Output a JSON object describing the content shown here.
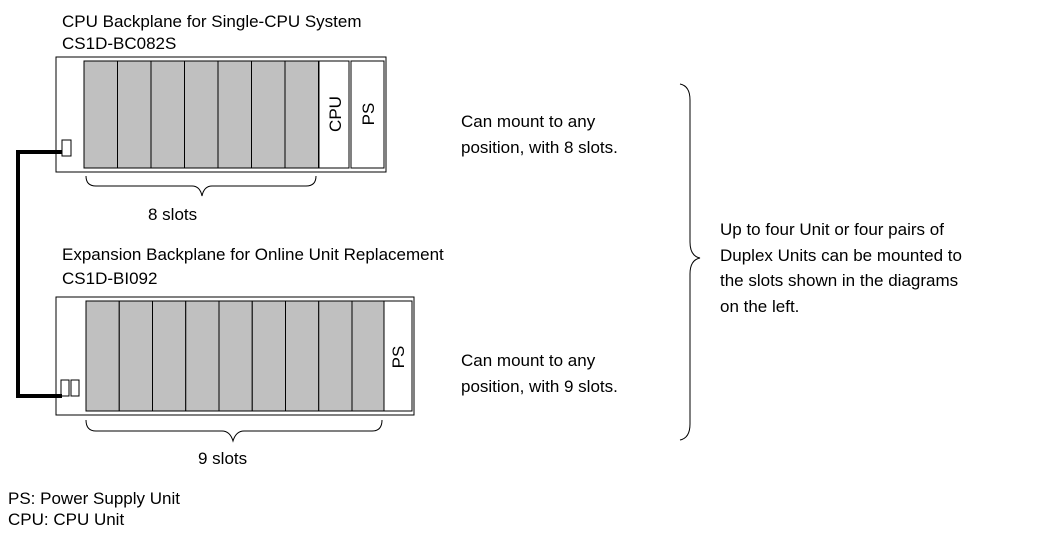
{
  "cpu_backplane": {
    "title": "CPU Backplane for Single-CPU System",
    "model": "CS1D-BC082S",
    "cpu_label": "CPU",
    "ps_label": "PS",
    "slots_label": "8 slots",
    "note_line1": "Can mount to any",
    "note_line2": "position, with 8 slots."
  },
  "expansion_backplane": {
    "title": "Expansion Backplane for Online Unit Replacement",
    "model": "CS1D-BI092",
    "ps_label": "PS",
    "slots_label": "9 slots",
    "note_line1": "Can mount to any",
    "note_line2": "position, with 9 slots."
  },
  "summary": {
    "line1": "Up to four Unit or four pairs of",
    "line2": "Duplex Units can be mounted to",
    "line3": "the slots shown in the diagrams",
    "line4": "on the left."
  },
  "legend": {
    "ps": "PS: Power Supply Unit",
    "cpu": "CPU: CPU Unit"
  },
  "colors": {
    "slot_fill": "#c0c0c0",
    "line": "#000000",
    "cable": "#000000"
  }
}
